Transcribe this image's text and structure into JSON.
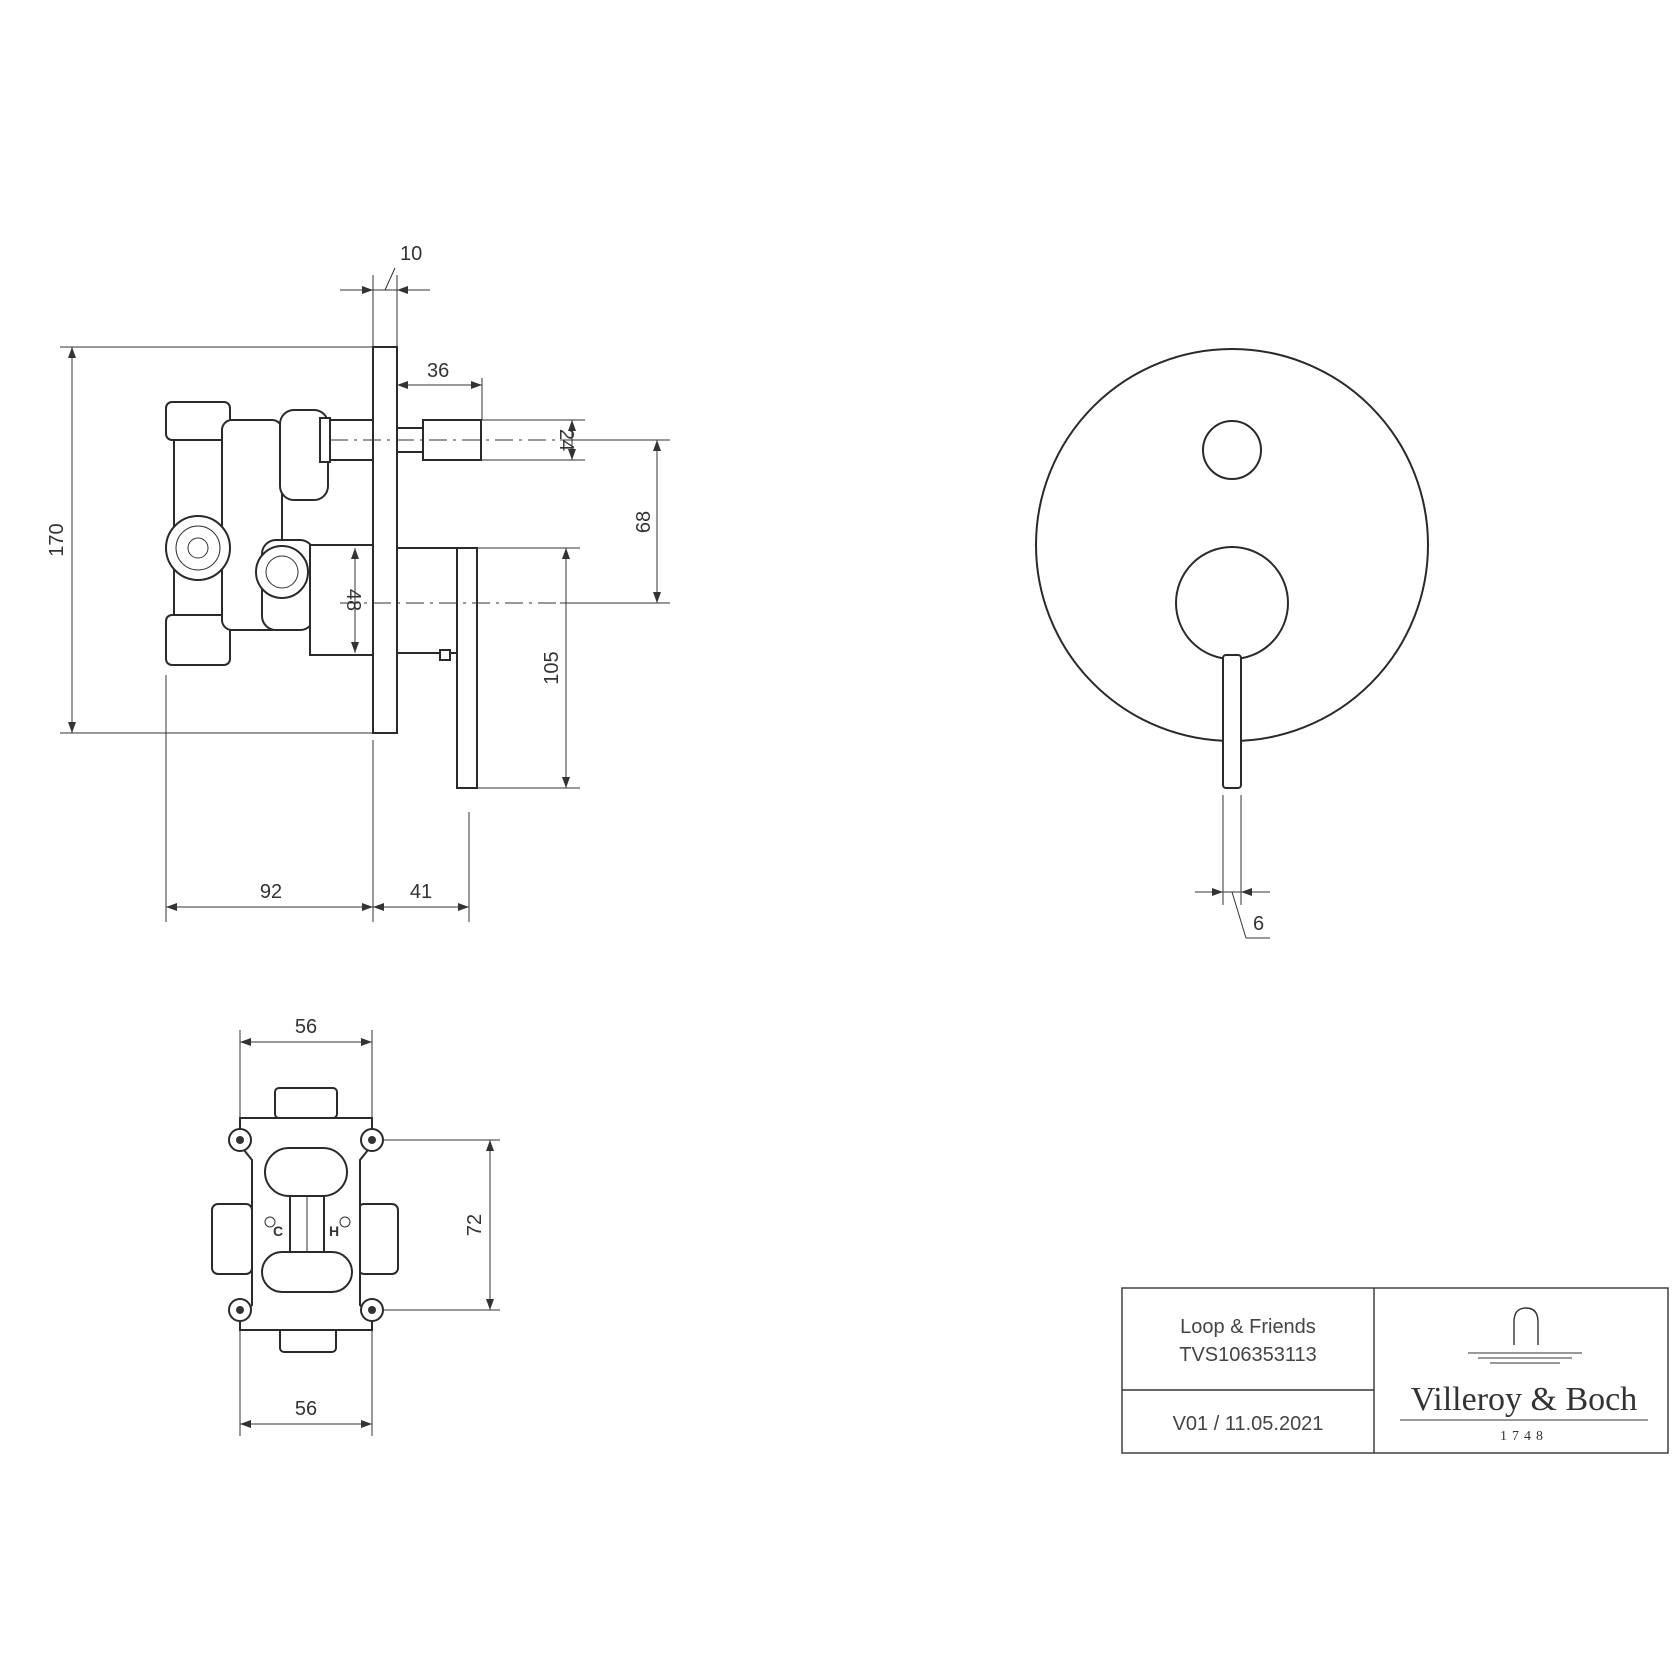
{
  "dimensions": {
    "plate_thickness": "10",
    "handle_offset": "36",
    "knob_diameter": "24",
    "height_total": "170",
    "center_distance": "68",
    "lever_hub": "48",
    "lever_length": "105",
    "wall_depth": "92",
    "projection": "41",
    "lever_width": "6",
    "body_width_top": "56",
    "body_width_bottom": "56",
    "mount_spacing": "72"
  },
  "body_marks": {
    "cold": "C",
    "hot": "H"
  },
  "title_block": {
    "series": "Loop & Friends",
    "article": "TVS106353113",
    "version": "V01 / 11.05.2021",
    "brand_name": "Villeroy & Boch",
    "brand_year": "1748"
  }
}
